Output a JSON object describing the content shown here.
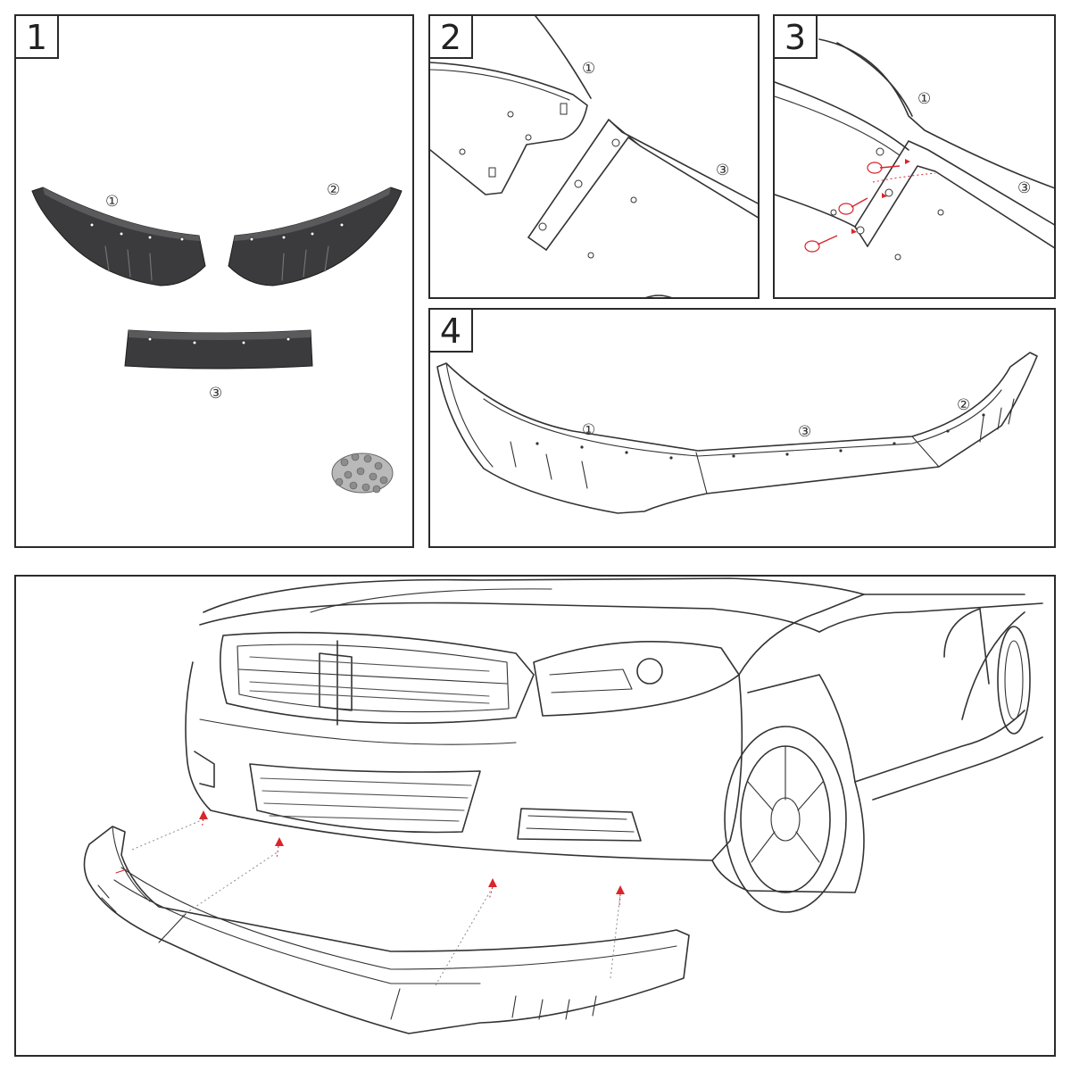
{
  "panels": [
    {
      "step": "1",
      "callouts": [
        "①",
        "②",
        "③"
      ]
    },
    {
      "step": "2",
      "callouts": [
        "①",
        "③"
      ]
    },
    {
      "step": "3",
      "callouts": [
        "①",
        "③"
      ]
    },
    {
      "step": "4",
      "callouts": [
        "①",
        "③",
        "②"
      ]
    }
  ],
  "colors": {
    "part": "#3b3b3d",
    "line": "#333333",
    "marker": "#d8262c"
  }
}
